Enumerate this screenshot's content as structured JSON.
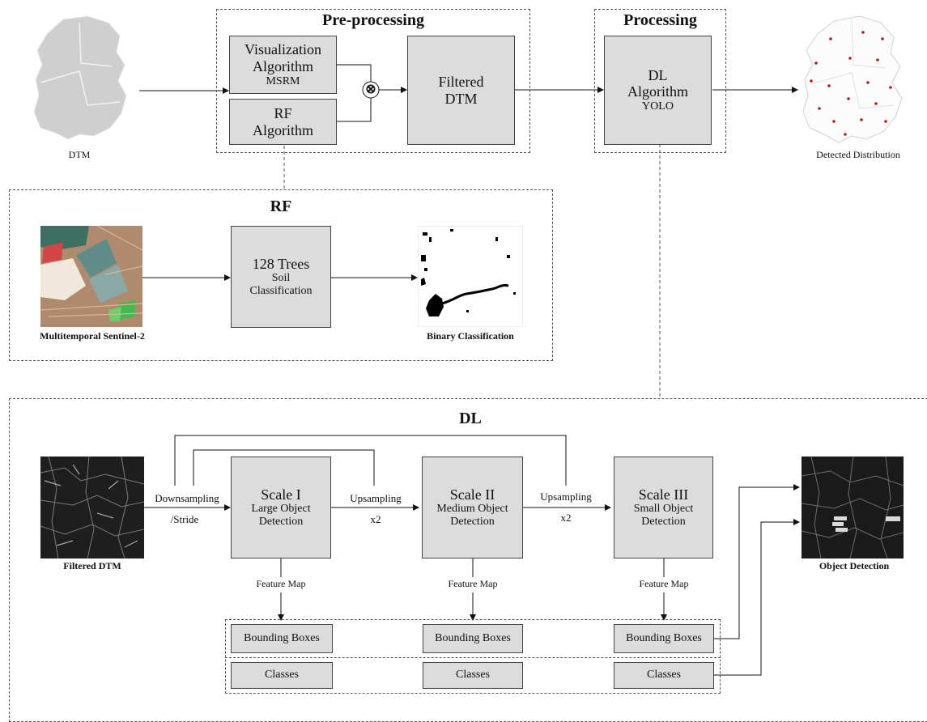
{
  "preprocessing": {
    "title": "Pre-processing",
    "viz_line1": "Visualization",
    "viz_line2": "Algorithm",
    "viz_line3": "MSRM",
    "rf_line1": "RF",
    "rf_line2": "Algorithm",
    "filtered_line1": "Filtered",
    "filtered_line2": "DTM",
    "combine_symbol": "⊗"
  },
  "processing": {
    "title": "Processing",
    "dl_line1": "DL",
    "dl_line2": "Algorithm",
    "dl_line3": "YOLO"
  },
  "inputs": {
    "dtm_label": "DTM",
    "detected_label": "Detected Distribution"
  },
  "rf": {
    "title": "RF",
    "trees_line1": "128 Trees",
    "trees_line2": "Soil",
    "trees_line3": "Classification",
    "sentinel_label": "Multitemporal Sentinel-2",
    "binary_label": "Binary Classification"
  },
  "dl": {
    "title": "DL",
    "filtered_label": "Filtered DTM",
    "downsampling": "Downsampling",
    "stride": "/Stride",
    "upsampling1": "Upsampling",
    "x2_1": "x2",
    "upsampling2": "Upsampling",
    "x2_2": "x2",
    "scale1_title": "Scale I",
    "scale1_line2": "Large Object",
    "scale1_line3": "Detection",
    "scale2_title": "Scale II",
    "scale2_line2": "Medium Object",
    "scale2_line3": "Detection",
    "scale3_title": "Scale III",
    "scale3_line2": "Small Object",
    "scale3_line3": "Detection",
    "feature_map1": "Feature Map",
    "feature_map2": "Feature Map",
    "feature_map3": "Feature Map",
    "bbox1": "Bounding Boxes",
    "bbox2": "Bounding Boxes",
    "bbox3": "Bounding Boxes",
    "classes1": "Classes",
    "classes2": "Classes",
    "classes3": "Classes",
    "object_label": "Object Detection"
  }
}
